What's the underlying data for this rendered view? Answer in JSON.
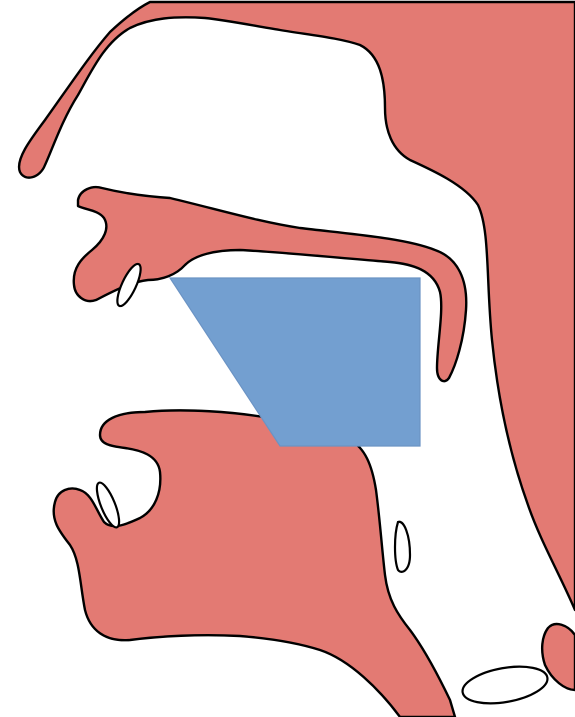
{
  "diagram": {
    "kind": "midsagittal vocal tract with vowel quadrilateral",
    "labels": [],
    "colors": {
      "tissue": "#e37a73",
      "outline": "#000000",
      "airway": "#ffffff",
      "vowel_quadrilateral": "#739fd0"
    },
    "parts": [
      "nasal-cavity-outline",
      "upper-lip",
      "upper-teeth",
      "hard-palate",
      "velum",
      "uvula",
      "pharynx-wall",
      "lower-lip",
      "lower-teeth",
      "tongue",
      "epiglottis",
      "vocal-folds",
      "vowel-quadrilateral"
    ]
  }
}
